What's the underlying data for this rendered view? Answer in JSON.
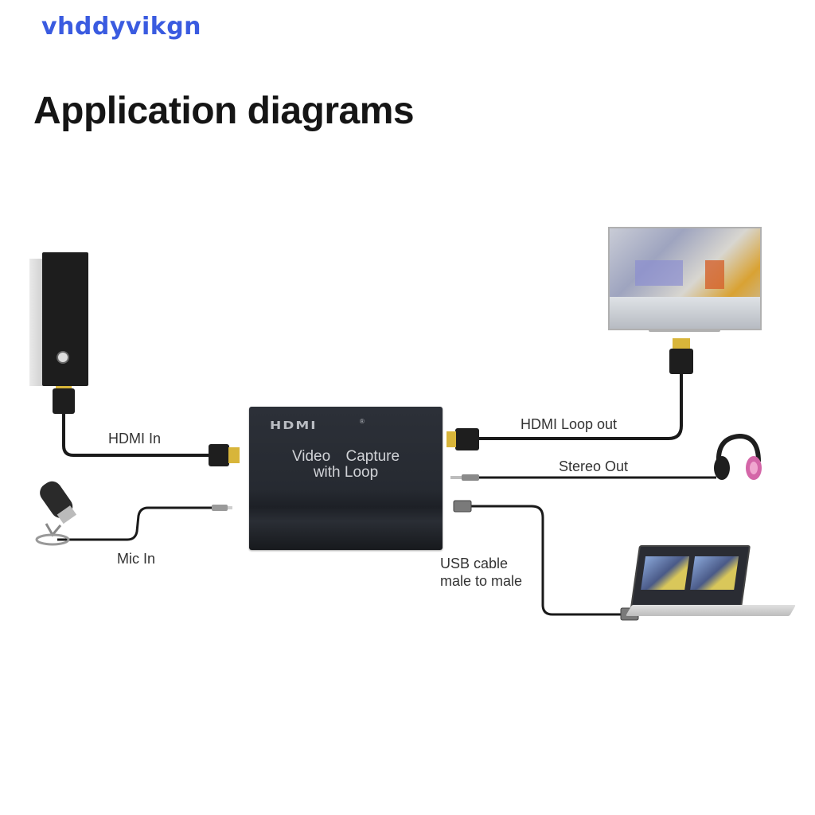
{
  "watermark": "vhddyvikgn",
  "title": "Application diagrams",
  "device": {
    "brand_logo": "HDMI",
    "registered_mark": "®",
    "label_line1": "Video Capture",
    "label_line2": "with Loop",
    "body_color": "#2a2e35"
  },
  "connections": [
    {
      "id": "hdmi-in",
      "label": "HDMI In",
      "from": "source-pc",
      "to": "capture-device"
    },
    {
      "id": "mic-in",
      "label": "Mic In",
      "from": "microphone",
      "to": "capture-device"
    },
    {
      "id": "hdmi-loop-out",
      "label": "HDMI Loop out",
      "from": "capture-device",
      "to": "tv-monitor"
    },
    {
      "id": "stereo-out",
      "label": "Stereo Out",
      "from": "capture-device",
      "to": "headphones"
    },
    {
      "id": "usb",
      "label_line1": "USB cable",
      "label_line2": "male to male",
      "from": "capture-device",
      "to": "laptop"
    }
  ],
  "devices": {
    "source": "PC tower",
    "display": "TV monitor",
    "audio_out": "Headphones",
    "mic": "Microphone",
    "computer": "Laptop"
  },
  "colors": {
    "watermark": "#3a5be0",
    "title": "#151515",
    "cable": "#1a1a1a",
    "connector_gold": "#d8b53a",
    "headphone_accent": "#e07ab8"
  }
}
